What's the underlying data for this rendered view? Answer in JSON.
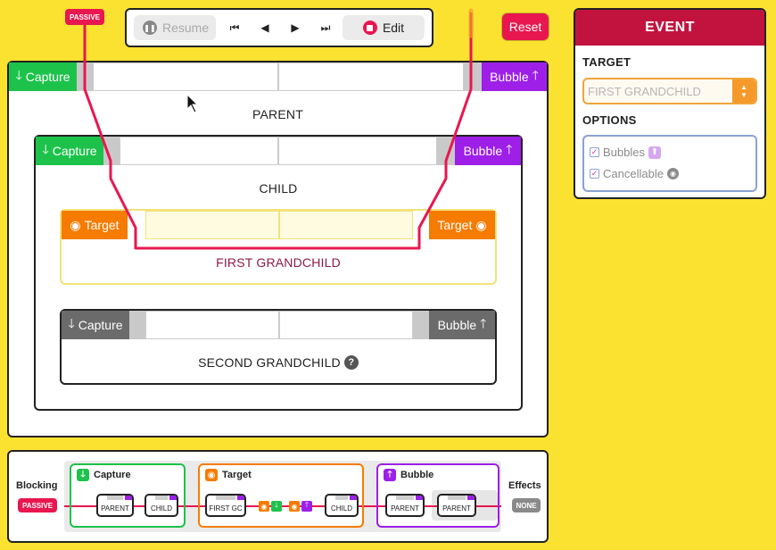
{
  "toolbar": {
    "resume_label": "Resume",
    "edit_label": "Edit",
    "pause_icon": "pause-icon",
    "icons": [
      "skip-back-icon",
      "step-back-icon",
      "step-forward-icon",
      "skip-forward-icon"
    ]
  },
  "reset_label": "Reset",
  "passive_badge": "PASSIVE",
  "event_panel": {
    "title": "EVENT",
    "target_label": "TARGET",
    "target_value": "FIRST GRANDCHILD",
    "options_label": "OPTIONS",
    "options": [
      {
        "label": "Bubbles",
        "checked": true
      },
      {
        "label": "Cancellable",
        "checked": true
      }
    ]
  },
  "parent": {
    "title": "PARENT",
    "capture_label": "Capture",
    "bubble_label": "Bubble"
  },
  "child": {
    "title": "CHILD",
    "capture_label": "Capture",
    "bubble_label": "Bubble"
  },
  "first_grandchild": {
    "title": "FIRST GRANDCHILD",
    "left_label": "Target",
    "right_label": "Target"
  },
  "second_grandchild": {
    "title": "SECOND GRANDCHILD",
    "capture_label": "Capture",
    "bubble_label": "Bubble",
    "help": "?"
  },
  "flow": {
    "blocking_label": "Blocking",
    "blocking_badge": "PASSIVE",
    "effects_label": "Effects",
    "effects_badge": "NONE",
    "capture": {
      "title": "Capture",
      "nodes": [
        "PARENT",
        "CHILD"
      ]
    },
    "target": {
      "title": "Target",
      "nodes": [
        "FIRST GC",
        "CHILD"
      ]
    },
    "bubble": {
      "title": "Bubble",
      "nodes": [
        "PARENT",
        "PARENT"
      ]
    }
  },
  "colors": {
    "background": "#fbe230",
    "capture": "#1dc24b",
    "bubble": "#9d1fe8",
    "target": "#f57c00",
    "accent": "#e8174f",
    "path": "#e8174f"
  }
}
